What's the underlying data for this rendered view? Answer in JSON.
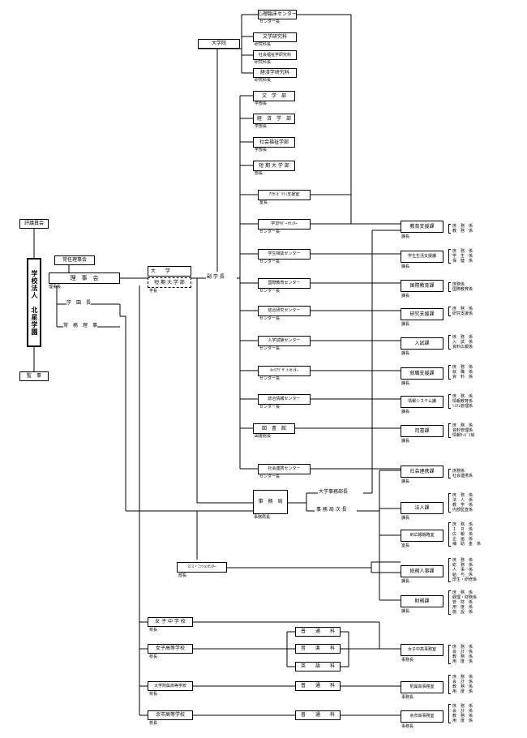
{
  "left": {
    "hyogiin": "評議員会",
    "gakko_hojin": "学校法人　北星学園",
    "kanji": "監　事",
    "jonin": "常任理事会",
    "rijikai": "理　事　会",
    "rijicho": "理事長",
    "gakuencho": "学　園　長",
    "jomu": "常　務　理　事"
  },
  "univ": {
    "daigaku": "大　　学",
    "tandai": "短 期 大 学 部",
    "gakucho": "学長",
    "fukugakucho": "副 学 長",
    "daigakuin": "大学院"
  },
  "grad": [
    {
      "name": "心理臨床センター",
      "sub": "センター長"
    },
    {
      "name": "文学研究科",
      "sub": "研究科長"
    },
    {
      "name": "社会福祉学研究科",
      "sub": "研究科長"
    },
    {
      "name": "経済学研究科",
      "sub": "研究科長"
    }
  ],
  "units": [
    {
      "name": "文　学　部",
      "sub": "学部長"
    },
    {
      "name": "経　済　学　部",
      "sub": "学部長"
    },
    {
      "name": "社会福祉学部",
      "sub": "学部長"
    },
    {
      "name": "短 期 大 学 部",
      "sub": "部長"
    },
    {
      "name": "ｱｸｾｼﾋﾞﾘﾃｨ支援室",
      "sub": "室長"
    },
    {
      "name": "学習ｻﾎﾟｰﾄｾﾝﾀｰ",
      "sub": "センター長"
    },
    {
      "name": "学生相談センター",
      "sub": "センター長"
    },
    {
      "name": "国際教育センター",
      "sub": "センター長"
    },
    {
      "name": "総合研究センター",
      "sub": "センター長"
    },
    {
      "name": "入学試験センター",
      "sub": "センター長"
    },
    {
      "name": "ｷｬﾘｱﾃﾞｻﾞｲﾝｾﾝﾀｰ",
      "sub": "センター長"
    },
    {
      "name": "総合情報センター",
      "sub": "センター長"
    },
    {
      "name": "図　書　館",
      "sub": "図書館長"
    },
    {
      "name": "社会連携センター",
      "sub": "センター長"
    }
  ],
  "jimu": {
    "jimukyoku": "事　務　局",
    "jimukyokucho": "事務局長",
    "bucho": "大学事務部長",
    "jicho": "事 務 局 次 長",
    "mission": "ｽﾐｽ・ﾐｯｼｮﾝｾﾝﾀｰ",
    "mission_sub": "部長"
  },
  "depts": [
    {
      "name": "教育支援課",
      "sub": "課長",
      "kakari": "庶　務　係\n教　務　係"
    },
    {
      "name": "学生生活支援課",
      "sub": "課長",
      "kakari": "庶　務　係\n学　生　係\n保　健　係"
    },
    {
      "name": "国際教育課",
      "sub": "課長",
      "kakari": "庶務係\n国際教育係"
    },
    {
      "name": "研究支援課",
      "sub": "課長",
      "kakari": "庶　務　係\n研究支援係"
    },
    {
      "name": "入試課",
      "sub": "課長",
      "kakari": "庶　務　係\n入　試　係\n資料広報係"
    },
    {
      "name": "就職支援課",
      "sub": "課長",
      "kakari": "庶　務　係\n就　職　係\n資　料　係"
    },
    {
      "name": "情報システム課",
      "sub": "課長",
      "kakari": "庶　務　係\n情報教育係\nｼｽﾃﾑ管理係"
    },
    {
      "name": "司書課",
      "sub": "課長",
      "kakari": "庶　務　係\n資料管理係\n情報ｻｰﾋﾞｽ係"
    },
    {
      "name": "社会連携課",
      "sub": "課長",
      "kakari": "庶務係\n社会連携係"
    },
    {
      "name": "法人課",
      "sub": "課長",
      "kakari": "庶　務　係\n法　人　係\n教　学　係\n内部監査係"
    },
    {
      "name": "IR広報戦略室",
      "sub": "室長",
      "kakari": "庶　務　係\nＩ　Ｒ　係\n広　報　係\n企　画　係\n補　助　金　係"
    },
    {
      "name": "総務人事課",
      "sub": "課長",
      "kakari": "庶　務　係\n総　務　係\n人　事　係\n給　与　係\n厚生・研修係"
    },
    {
      "name": "財務課",
      "sub": "課長",
      "kakari": "庶　務　係\n経理・財務係\n管　財　係\n用　度　係\n施　設　係"
    }
  ],
  "schools": [
    {
      "name": "女 子 中 学 校",
      "sub": "校長"
    },
    {
      "name": "女子高等学校",
      "sub": "校長"
    },
    {
      "name": "大学附属高等学校",
      "sub": "校長"
    },
    {
      "name": "余市高等学校",
      "sub": "校長"
    }
  ],
  "courses": [
    "普　　通　　科",
    "音　　楽　　科",
    "英　　語　　科",
    "普　　通　　科",
    "普　　通　　科"
  ],
  "hs_offices": [
    {
      "name": "女子中高事務室",
      "sub": "事務長",
      "kakari": "庶　務　係\n会　計　係\n教　務　係\n用　度　係"
    },
    {
      "name": "附属高事務室",
      "sub": "事務長",
      "kakari": "庶　務　係\n会　計　係\n教　務　係\n用　度　係"
    },
    {
      "name": "余市高事務室",
      "sub": "事務長",
      "kakari": "庶　務　係\n会　計　係\n教　務　係\n用　度　係"
    }
  ]
}
